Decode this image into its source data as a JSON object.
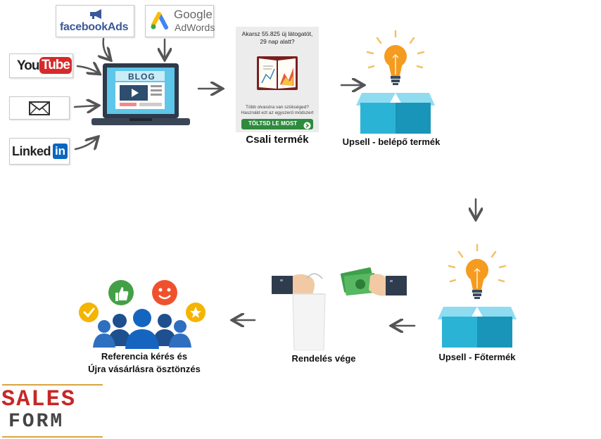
{
  "sources": {
    "facebook": "facebookAds",
    "google_line1": "Google",
    "google_line2": "AdWords",
    "youtube_you": "You",
    "youtube_tube": "Tube",
    "linkedin_text": "Linked",
    "linkedin_in": "in"
  },
  "laptop": {
    "blog_label": "BLOG"
  },
  "lead_magnet": {
    "headline": "Akarsz 55.825 új látogatót, 29 nap alatt?",
    "subtext_line1": "Több olvasóra van szükséged?",
    "subtext_line2": "Használd ezt az egyszerű módszert",
    "cta": "TÖLTSD LE MOST",
    "caption": "Csali termék"
  },
  "steps": {
    "upsell_entry": "Upsell - belépő termék",
    "upsell_main": "Upsell - Főtermék",
    "order_end": "Rendelés vége",
    "referral_line1": "Referencia kérés és",
    "referral_line2": "Újra vásárlásra ösztönzés"
  },
  "logo": {
    "line1": "SALES",
    "line2": "FORM"
  },
  "colors": {
    "facebook_blue": "#3b5998",
    "youtube_red": "#d72a2a",
    "linkedin_blue": "#0a66c2",
    "box_teal": "#2bb3d6",
    "bulb_orange": "#f59b1f",
    "cta_green": "#2e8b3e",
    "logo_red": "#c62828",
    "logo_gold": "#d9a441"
  }
}
